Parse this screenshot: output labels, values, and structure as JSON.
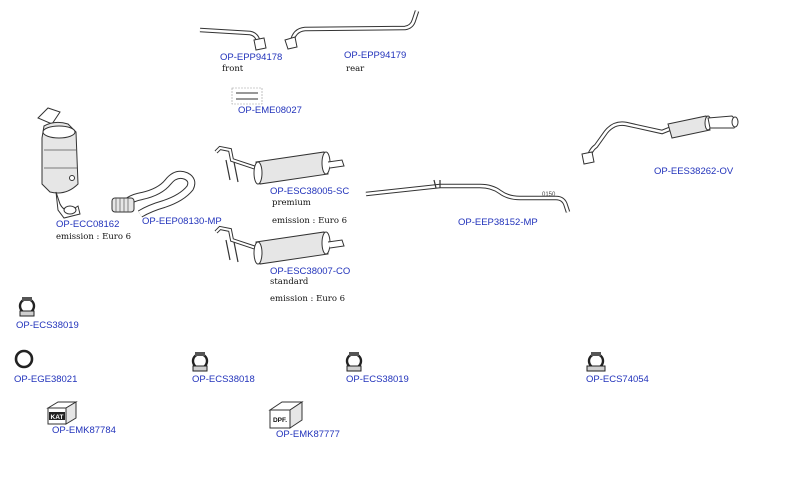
{
  "parts": [
    {
      "id": "epp94178",
      "code": "OP-EPP94178",
      "note": "front",
      "icon": "flexible-pipe-front-icon"
    },
    {
      "id": "epp94179",
      "code": "OP-EPP94179",
      "note": "rear",
      "icon": "flexible-pipe-rear-icon"
    },
    {
      "id": "eme08027",
      "code": "OP-EME08027",
      "icon": "mounting-kit-label-icon"
    },
    {
      "id": "ecc08162",
      "code": "OP-ECC08162",
      "note": "emission : Euro 6",
      "icon": "catalytic-converter-icon"
    },
    {
      "id": "eep08130",
      "code": "OP-EEP08130-MP",
      "icon": "flex-pipe-icon"
    },
    {
      "id": "esc38005",
      "code": "OP-ESC38005-SC",
      "note": "premium",
      "note2": "emission : Euro 6",
      "icon": "particulate-filter-premium-icon"
    },
    {
      "id": "esc38007",
      "code": "OP-ESC38007-CO",
      "note": "standard",
      "note2": "emission : Euro 6",
      "icon": "particulate-filter-standard-icon"
    },
    {
      "id": "eep38152",
      "code": "OP-EEP38152-MP",
      "icon": "middle-pipe-icon"
    },
    {
      "id": "ees38262",
      "code": "OP-EES38262-OV",
      "icon": "rear-silencer-icon"
    },
    {
      "id": "ecs38019a",
      "code": "OP-ECS38019",
      "icon": "clamp-icon"
    },
    {
      "id": "ege38021",
      "code": "OP-EGE38021",
      "icon": "gasket-ring-icon"
    },
    {
      "id": "ecs38018",
      "code": "OP-ECS38018",
      "icon": "clamp-icon"
    },
    {
      "id": "ecs38019b",
      "code": "OP-ECS38019",
      "icon": "clamp-icon"
    },
    {
      "id": "ecs74054",
      "code": "OP-ECS74054",
      "icon": "clamp-icon"
    },
    {
      "id": "emk87784",
      "code": "OP-EMK87784",
      "icon": "kat-kit-box-icon",
      "badge": "KAT"
    },
    {
      "id": "emk87777",
      "code": "OP-EMK87777",
      "icon": "dpf-kit-box-icon",
      "badge": "DPF."
    }
  ],
  "pipe_marking": "0150",
  "colors": {
    "link": "#2233bb",
    "line": "#333333",
    "text": "#111111"
  }
}
